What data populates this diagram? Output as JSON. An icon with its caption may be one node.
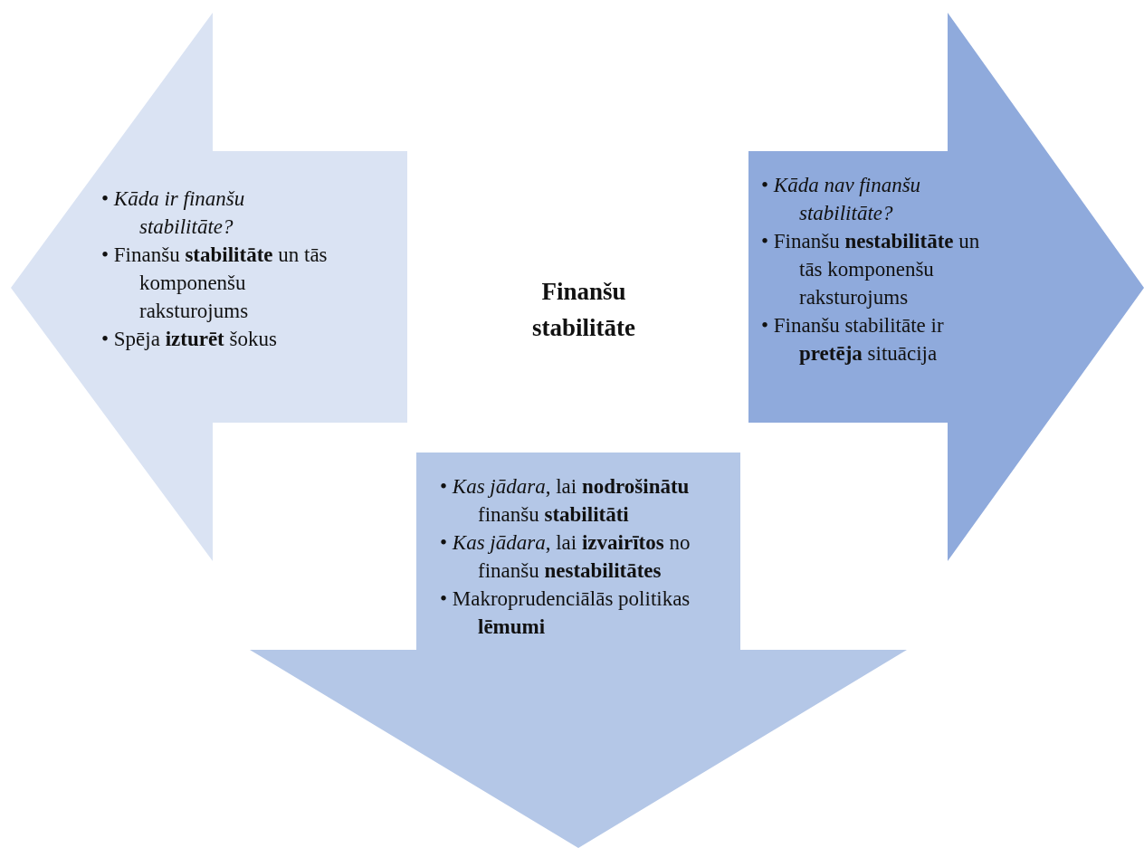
{
  "diagram": {
    "nodes": [
      {
        "text": [
          "Finanšu stabilitāte"
        ]
      },
      {
        "text": [
          "• *Kāda ir finanšu stabilitāte?*",
          "• Finanšu **stabilitāte** un tās komponenšu raksturojums",
          "• Spēja **izturēt** šokus"
        ]
      },
      {
        "text": [
          "• *Kāda nav finanšu stabilitāte?*",
          "• Finanšu **nestabilitāte** un tās komponenšu raksturojums",
          "• Finanšu stabilitāte ir **pretēja** situācija"
        ]
      },
      {
        "text": [
          "• *Kas jādara*, lai **nodrošinātu** finanšu **stabilitāti**",
          "• *Kas jādara*, lai **izvairītos** no finanšu **nestabilitātes**",
          "• Makroprudenciālās politikas **lēmumi**"
        ]
      }
    ]
  }
}
